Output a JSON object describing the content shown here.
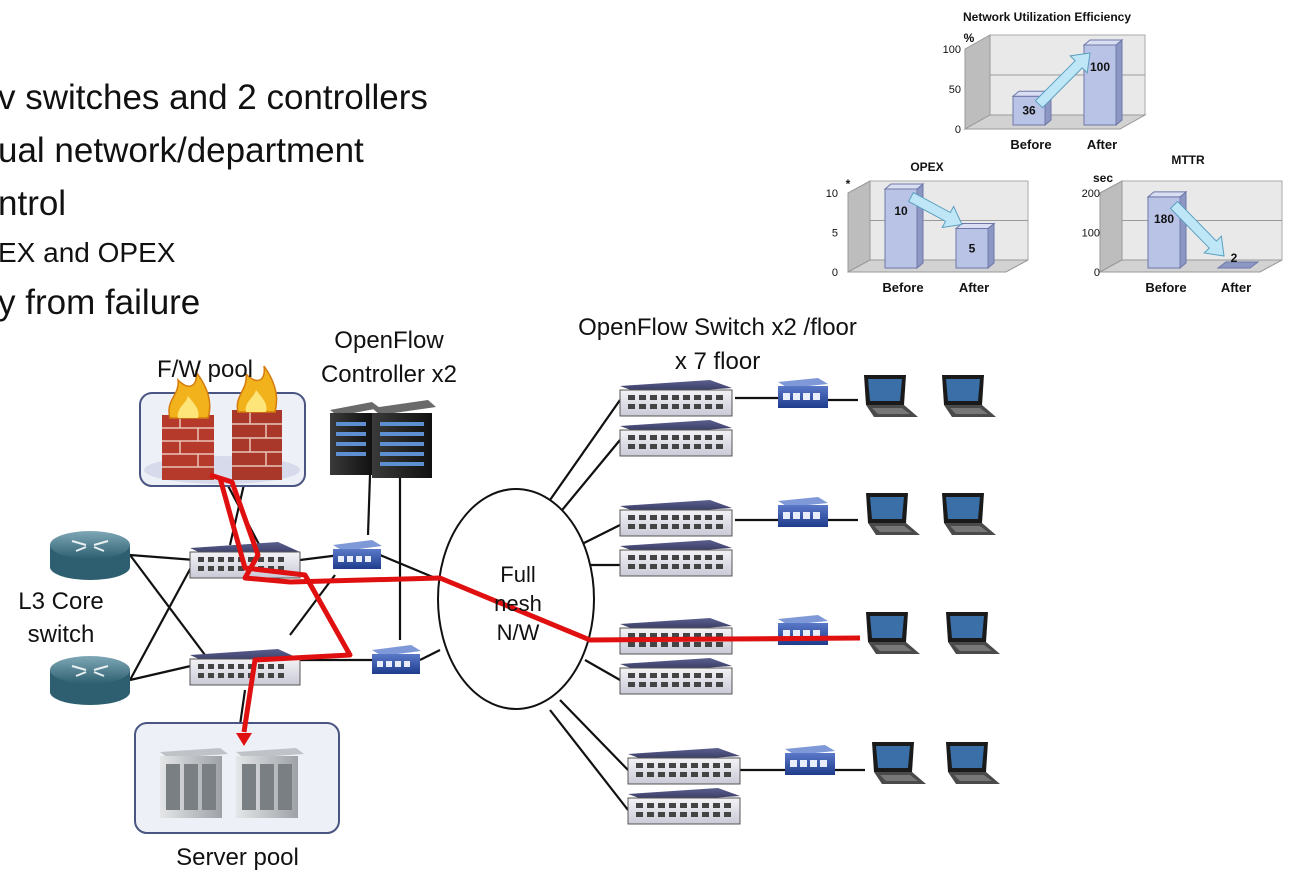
{
  "bullets": [
    "v switches and 2 controllers",
    "ual network/department",
    "ntrol",
    "EX and OPEX",
    "y from failure"
  ],
  "labels": {
    "fw_pool": "F/W pool",
    "controller_l1": "OpenFlow",
    "controller_l2": "Controller x2",
    "switch_l1": "OpenFlow Switch x2 /floor",
    "switch_l2": "x 7 floor",
    "mesh_l1": "Full",
    "mesh_l2": "nesh",
    "mesh_l3": "N/W",
    "l3_l1": "L3 Core",
    "l3_l2": "switch",
    "server_pool": "Server pool"
  },
  "colors": {
    "path_red": "#e01010",
    "bar_fill": "#b9c3e6",
    "bar_side": "#8d97c4",
    "arrow_fill": "#bfe6f6",
    "chart_bg": "#d2d2d2"
  },
  "chart_data": [
    {
      "type": "bar",
      "title": "Network Utilization Efficiency",
      "ylabel": "%",
      "categories": [
        "Before",
        "After"
      ],
      "values": [
        36,
        100
      ],
      "value_labels": [
        "36",
        "100"
      ],
      "yticks": [
        "0",
        "50",
        "100"
      ],
      "ylim": [
        0,
        100
      ]
    },
    {
      "type": "bar",
      "title": "OPEX",
      "ylabel": "*",
      "categories": [
        "Before",
        "After"
      ],
      "values": [
        10,
        5
      ],
      "value_labels": [
        "10",
        "5"
      ],
      "yticks": [
        "0",
        "5",
        "10"
      ],
      "ylim": [
        0,
        10
      ]
    },
    {
      "type": "bar",
      "title": "MTTR",
      "ylabel": "sec",
      "categories": [
        "Before",
        "After"
      ],
      "values": [
        180,
        2
      ],
      "value_labels": [
        "180",
        "2"
      ],
      "yticks": [
        "0",
        "100",
        "200"
      ],
      "ylim": [
        0,
        200
      ]
    }
  ]
}
